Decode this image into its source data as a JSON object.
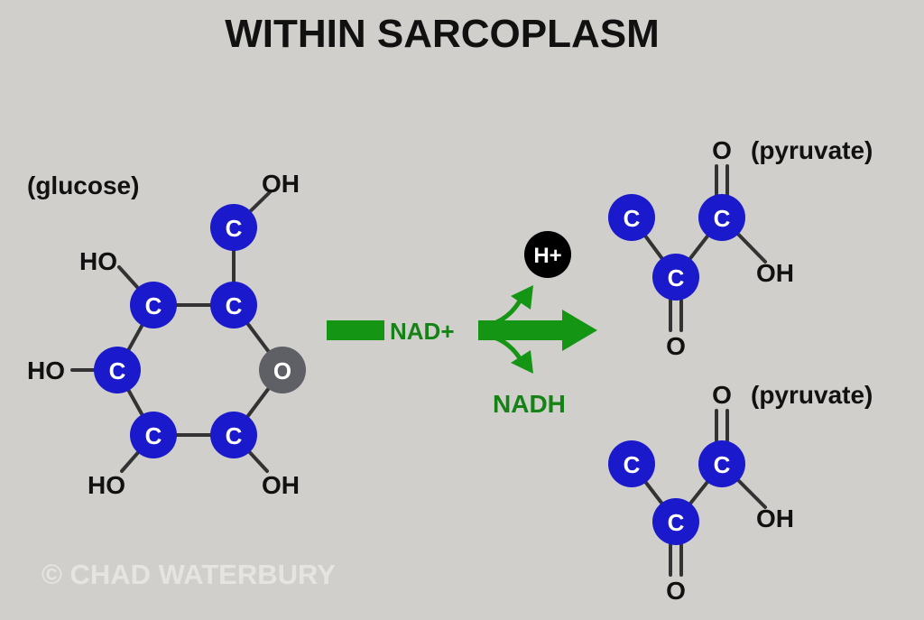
{
  "title": "WITHIN SARCOPLASM",
  "colors": {
    "background": "#d1cfcc",
    "carbon_atom": "#1a1acc",
    "oxygen_atom": "#5f5f66",
    "hydrogen_ion": "#000000",
    "arrow": "#149614",
    "reaction_text": "#148214",
    "bond": "#333333"
  },
  "glucose": {
    "label": "(glucose)",
    "carbon_symbol": "C",
    "ring_oxygen_symbol": "O",
    "groups": {
      "oh_top": "OH",
      "ho_upper_left": "HO",
      "ho_left": "HO",
      "ho_lower_left": "HO",
      "oh_lower_right": "OH"
    }
  },
  "reaction": {
    "cofactor_in": "NAD+",
    "cofactor_out": "NADH",
    "proton": "H+"
  },
  "pyruvate_1": {
    "label": "(pyruvate)",
    "carbon_symbol": "C",
    "o_top": "O",
    "o_bottom": "O",
    "oh": "OH"
  },
  "pyruvate_2": {
    "label": "(pyruvate)",
    "carbon_symbol": "C",
    "o_top": "O",
    "o_bottom": "O",
    "oh": "OH"
  },
  "watermark": "© CHAD WATERBURY"
}
